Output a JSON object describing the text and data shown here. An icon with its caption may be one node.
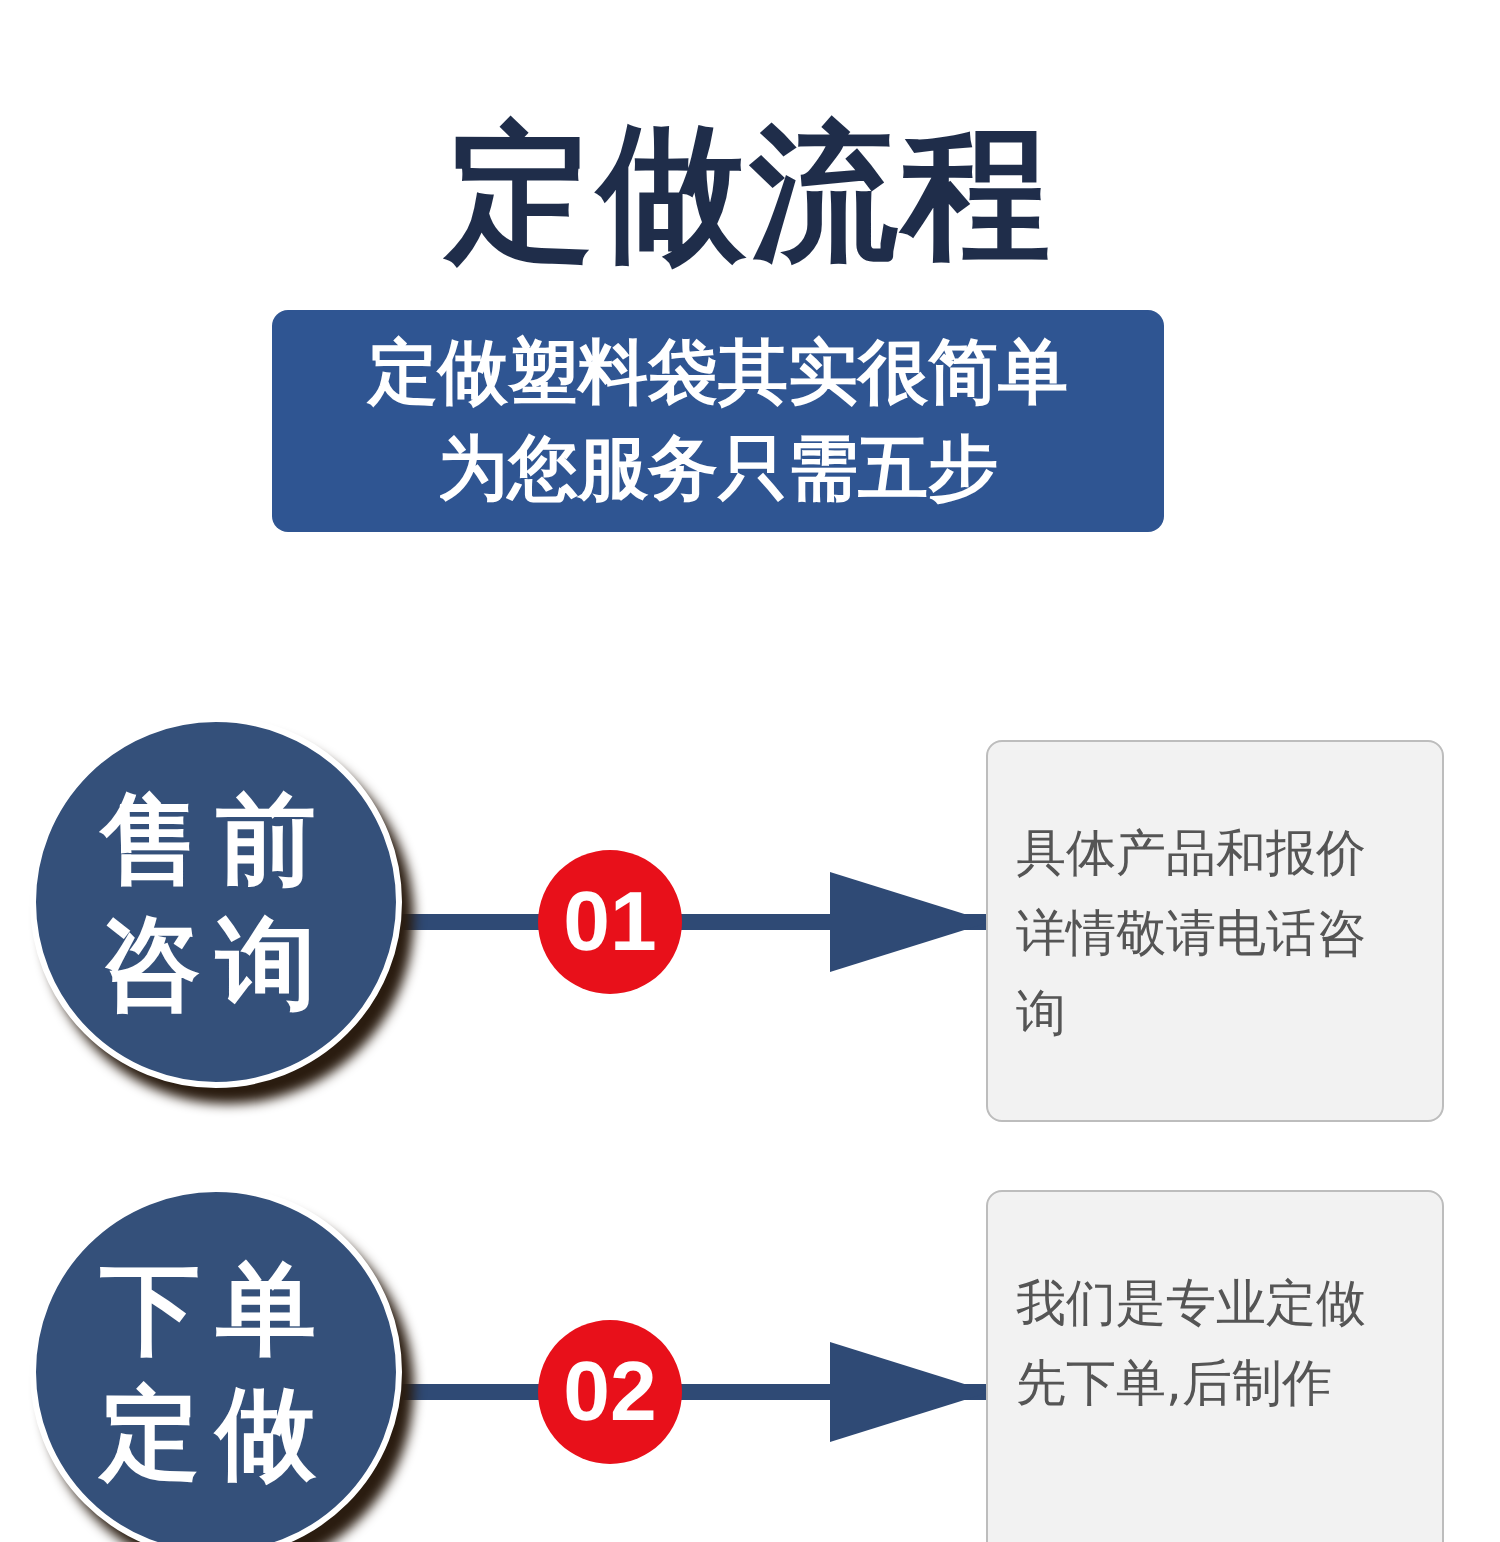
{
  "diagram": {
    "title": "定做流程",
    "nodes": [
      {
        "text": [
          "定做塑料袋其实很简单为您服务只需五步"
        ]
      },
      {
        "text": [
          "售前咨询"
        ]
      },
      {
        "text": [
          "具体产品和报价详情敬请电话咨询"
        ]
      },
      {
        "text": [
          "下单定做"
        ]
      },
      {
        "text": [
          "我们是专业定做先下单,后制作"
        ]
      }
    ],
    "edges": [
      {
        "from": 1,
        "to": 2,
        "arrow": "to",
        "label": "01"
      },
      {
        "from": 3,
        "to": 4,
        "arrow": "to",
        "label": "02"
      }
    ]
  }
}
